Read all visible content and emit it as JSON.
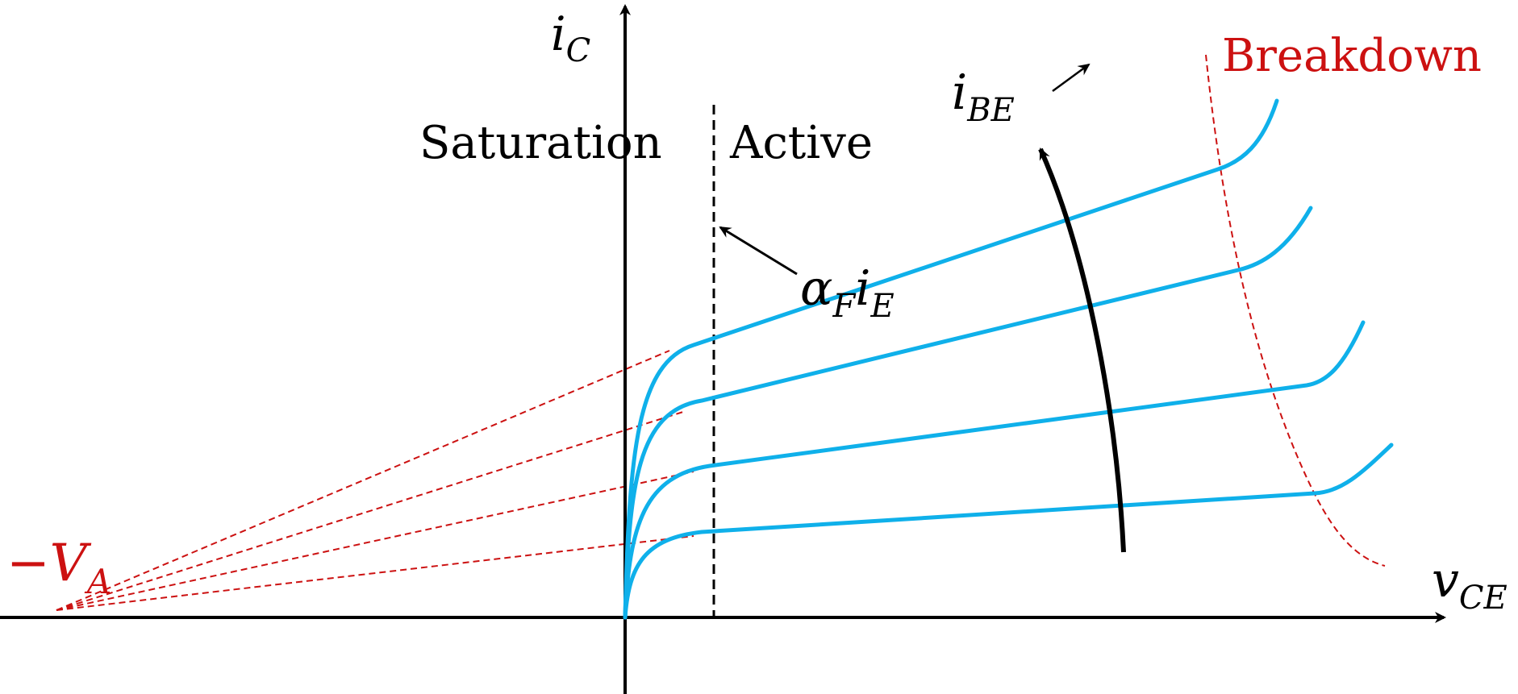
{
  "labels": {
    "y_axis_main": "i",
    "y_axis_sub": "C",
    "x_axis_main": "v",
    "x_axis_sub": "CE",
    "saturation": "Saturation",
    "active": "Active",
    "breakdown": "Breakdown",
    "early_minus": "−",
    "early_main": "V",
    "early_sub": "A",
    "ibe_main": "i",
    "ibe_sub": "BE",
    "alpha_main": "α",
    "alpha_sub": "F",
    "ie_main": "i",
    "ie_sub": "E"
  },
  "colors": {
    "curve": "#0fb0ea",
    "early_lines": "#cc1111",
    "breakdown": "#cc1111",
    "axis": "#000000",
    "text": "#000000"
  },
  "curves_count": 4
}
